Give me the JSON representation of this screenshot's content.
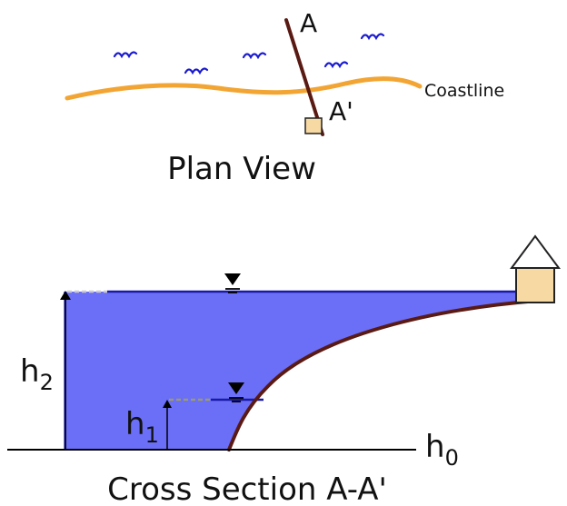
{
  "plan_view": {
    "title": "Plan View",
    "point_a": "A",
    "point_a_prime": "A'",
    "coastline_label": "Coastline"
  },
  "cross_section": {
    "title": "Cross Section A-A'",
    "h2": {
      "base": "h",
      "sub": "2"
    },
    "h1": {
      "base": "h",
      "sub": "1"
    },
    "h0": {
      "base": "h",
      "sub": "0"
    }
  },
  "colors": {
    "water": "#6b6ef7",
    "water_surface": "#1a1aa6",
    "coastline": "#f2a533",
    "transect": "#5a1a14",
    "ground": "#5a1a14",
    "house": "#f7d9a4",
    "waves": "#1a1ad0"
  }
}
